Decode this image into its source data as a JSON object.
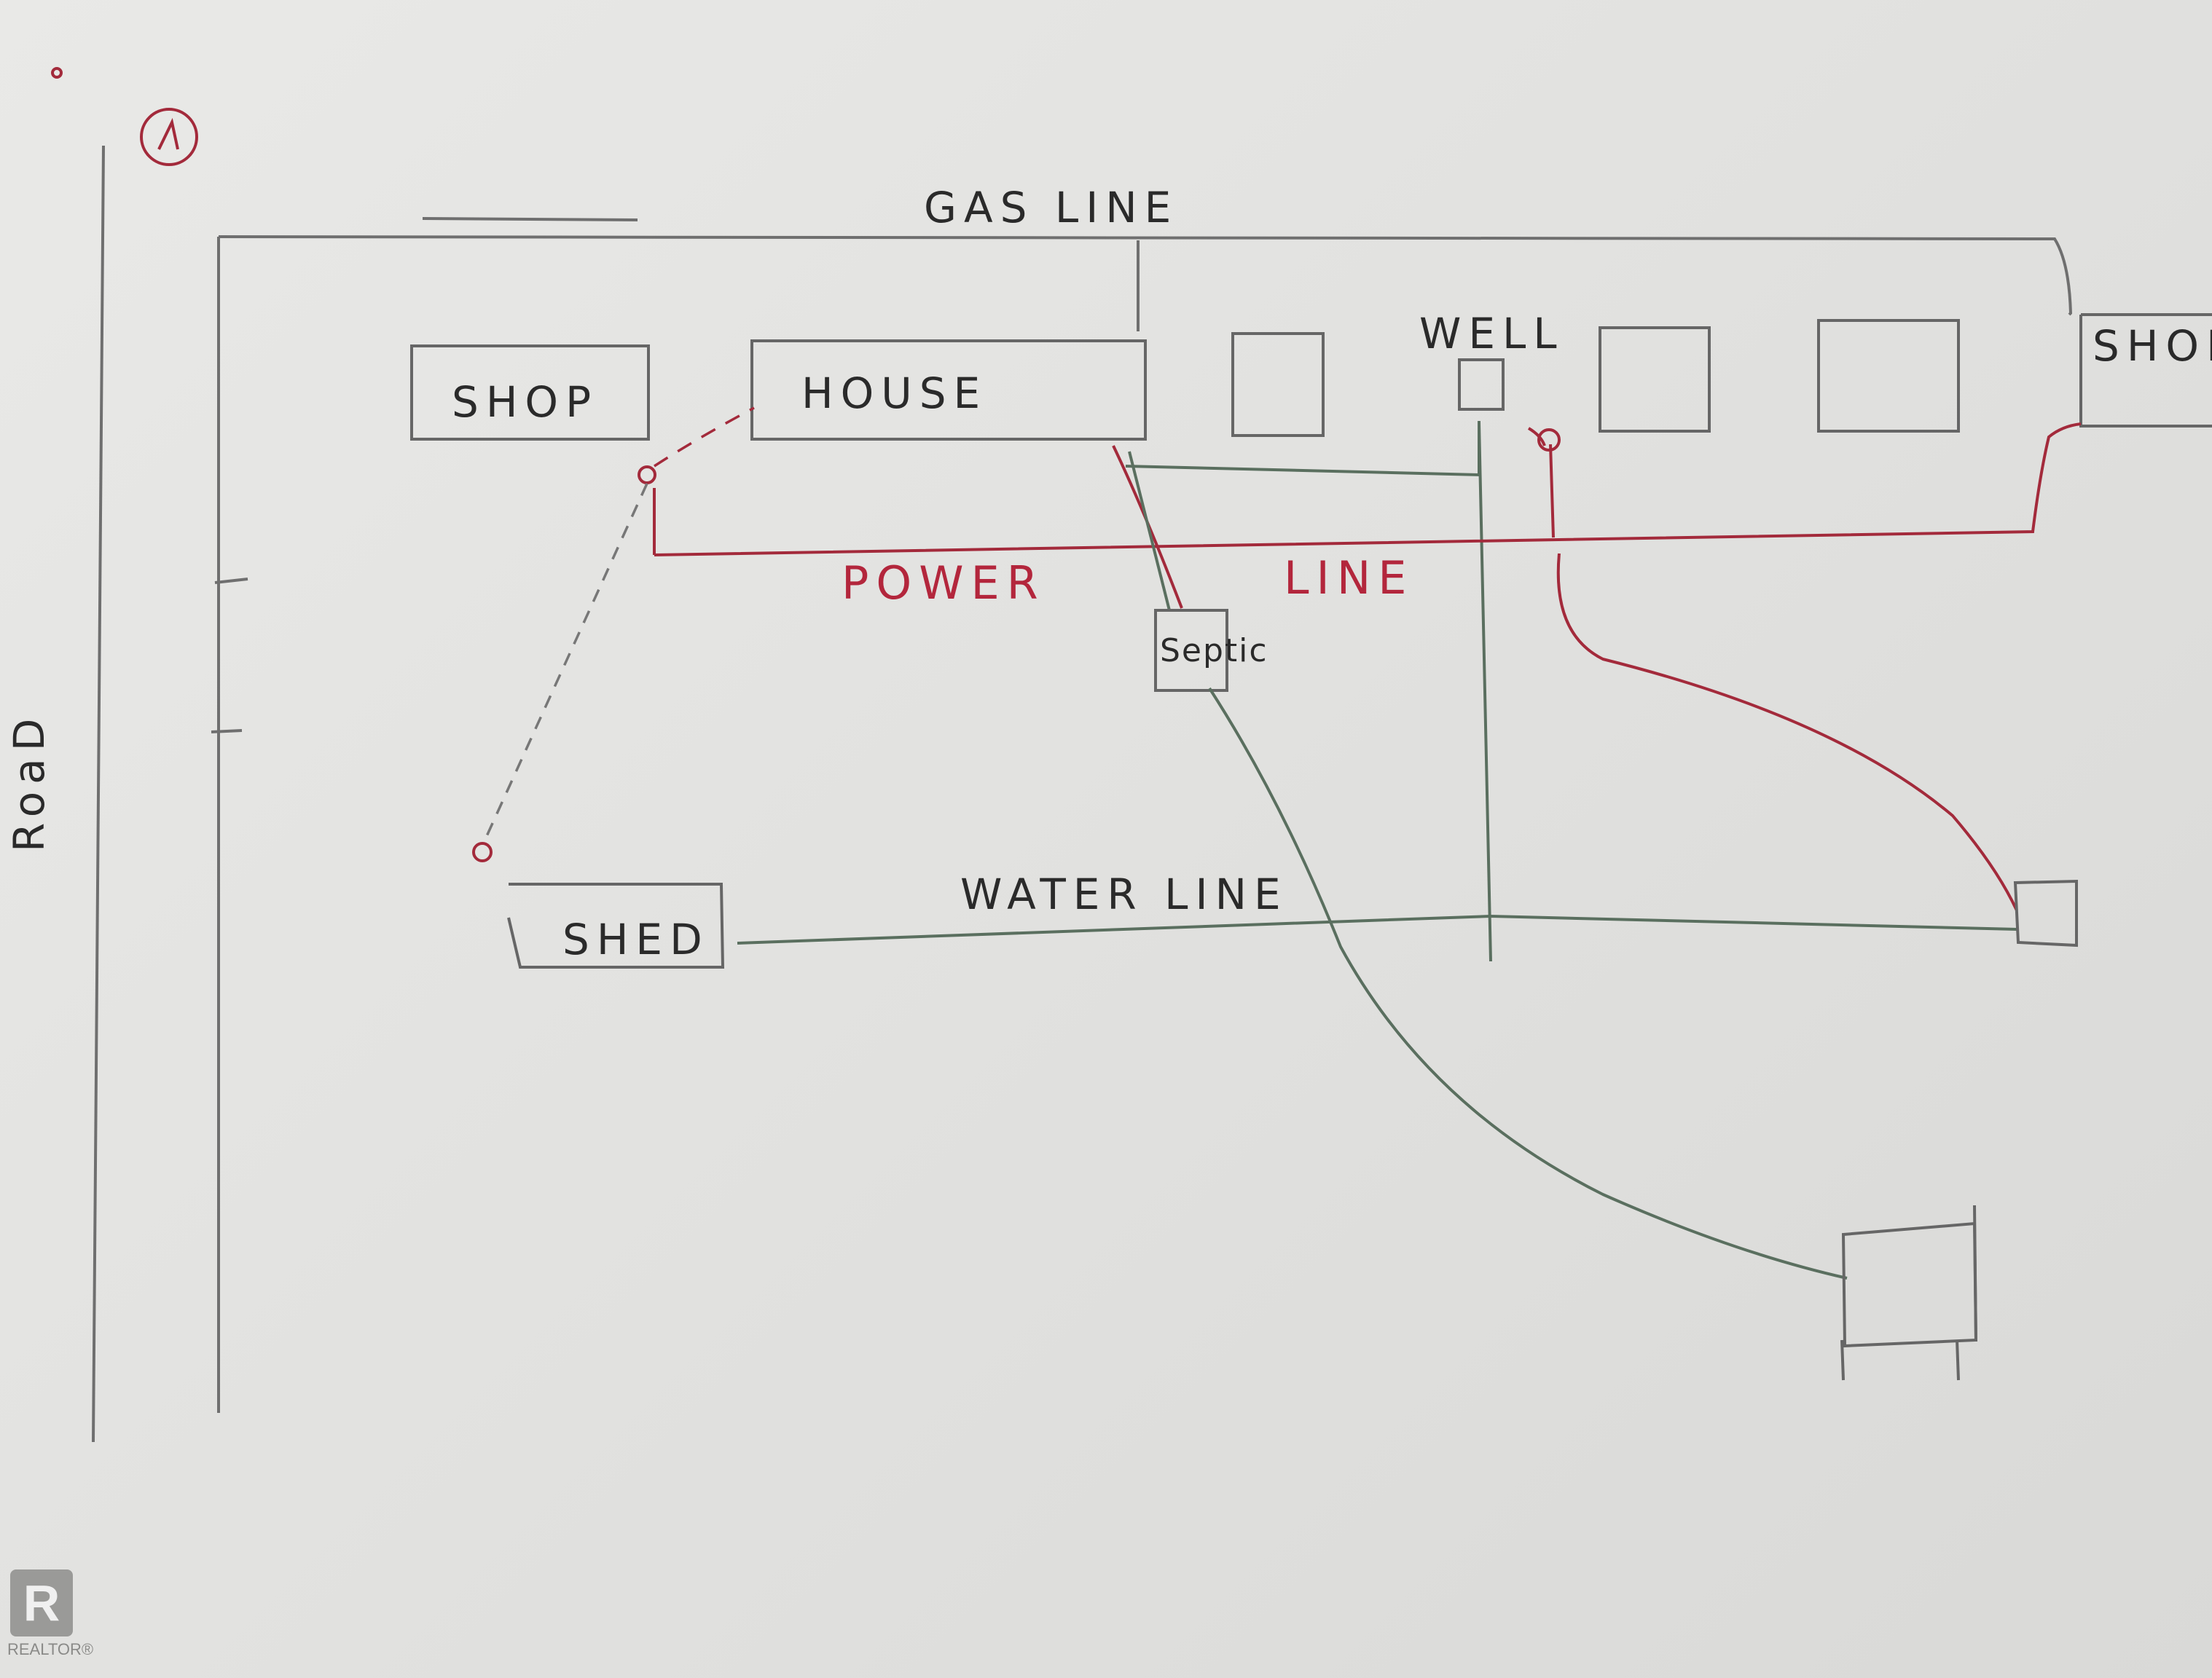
{
  "labels": {
    "gas_line": "GAS LINE",
    "power": "POWER",
    "line": "LINE",
    "water_line": "WATER LINE",
    "road": "RoaD",
    "shop_left": "SHOP",
    "house": "HOUSE",
    "well": "WELL",
    "shop_right": "SHOP",
    "septic": "Septic",
    "shed": "SHED"
  },
  "watermark": {
    "symbol": "R",
    "text": "REALTOR®"
  },
  "colors": {
    "paper": "#e4e4e2",
    "pencil": "#666666",
    "red_pen": "#a32a3b",
    "green_pen": "#5a6f5f"
  }
}
